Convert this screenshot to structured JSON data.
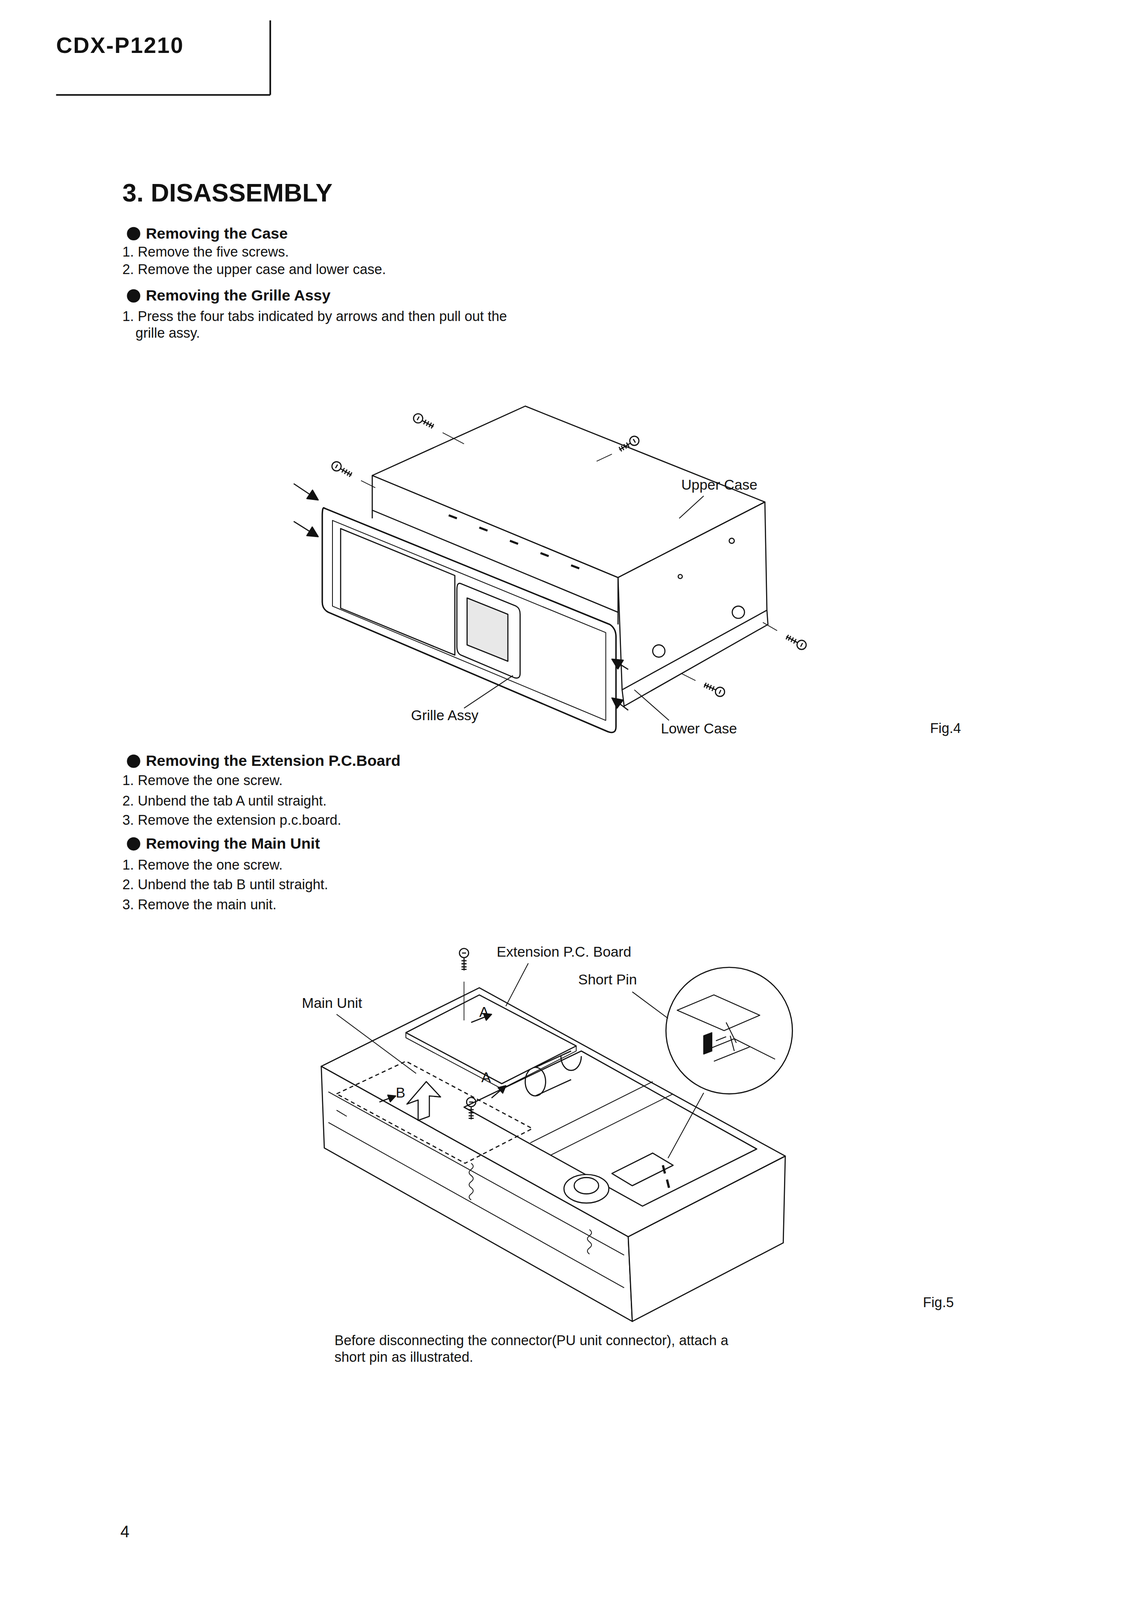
{
  "diagram": {
    "title": "3. DISASSEMBLY",
    "labels": [
      "CDX-P1210",
      "Removing the Case",
      "1. Remove the five screws.",
      "2. Remove the upper case and lower case.",
      "Removing the Grille Assy",
      "1. Press the four tabs indicated by arrows and then pull out the grille assy.",
      "Upper Case",
      "Grille Assy",
      "Lower Case",
      "Fig.4",
      "Removing the Extension P.C.Board",
      "1. Remove the one screw.",
      "2. Unbend the tab A until straight.",
      "3. Remove the extension p.c.board.",
      "Removing the Main Unit",
      "1. Remove the one screw.",
      "2. Unbend the tab B until straight.",
      "3. Remove the main unit.",
      "Extension P.C. Board",
      "Short Pin",
      "Main Unit",
      "A",
      "A",
      "B",
      "Fig.5",
      "Before disconnecting the connector(PU unit connector), attach a short pin as illustrated.",
      "4"
    ]
  }
}
